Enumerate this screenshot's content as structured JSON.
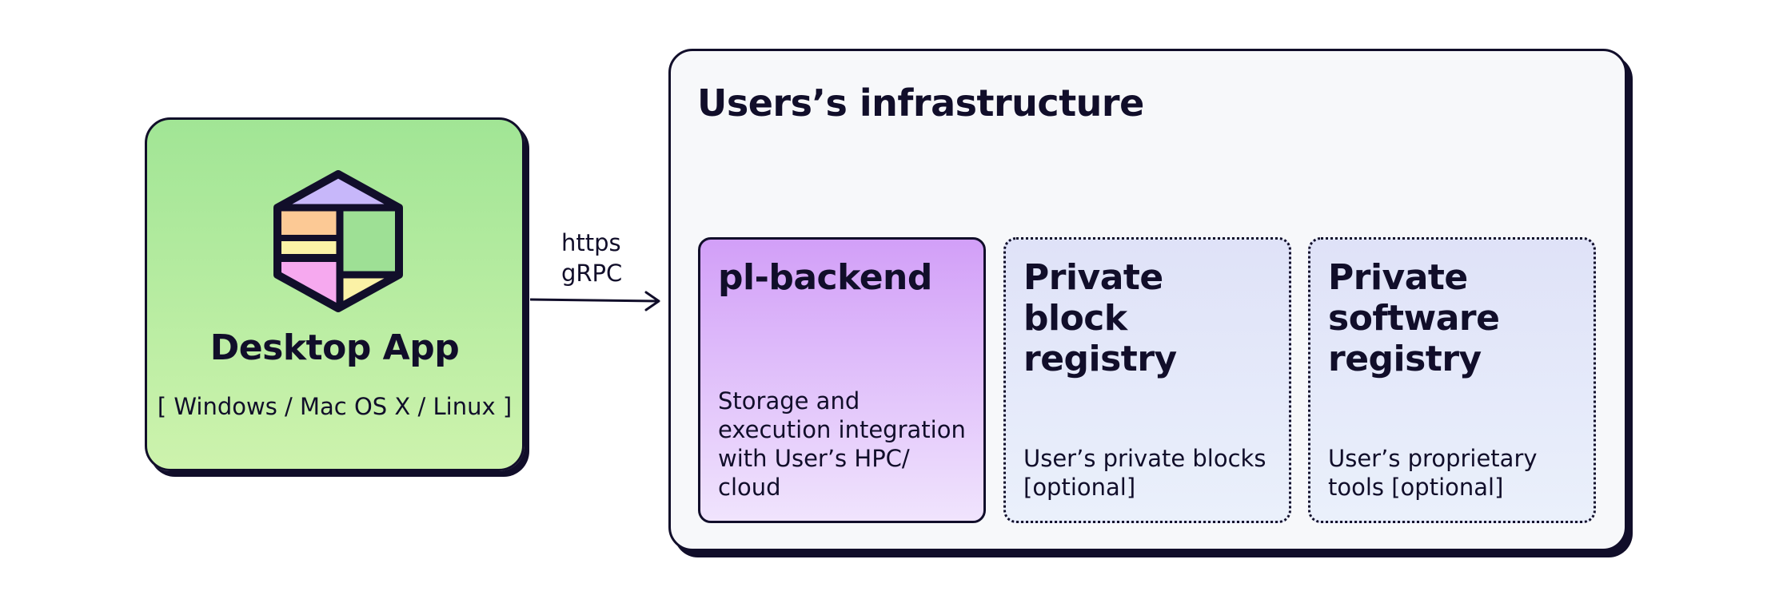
{
  "desktop_app": {
    "title": "Desktop App",
    "platforms": "[ Windows / Mac OS X / Linux ]",
    "logo_icon": "hexagon-block-logo-icon"
  },
  "connection": {
    "protocol_1": "https",
    "protocol_2": "gRPC"
  },
  "infrastructure": {
    "title": "Users’s infrastructure",
    "components": [
      {
        "title": "pl-backend",
        "description": "Storage and execution integration with User’s HPC/ cloud"
      },
      {
        "title": "Private block registry",
        "description": "User’s private blocks [optional]"
      },
      {
        "title": "Private software registry",
        "description": "User’s proprietary tools [optional]"
      }
    ]
  },
  "colors": {
    "outline": "#110e2a",
    "desktop_gradient_top": "#a1e595",
    "desktop_gradient_bottom": "#cdf3ad",
    "backend_gradient_top": "#d29ff8",
    "backend_gradient_bottom": "#f0e4fd",
    "registry_gradient_top": "#dfe2f8",
    "registry_gradient_bottom": "#eaf0fb",
    "infra_background": "#f7f8fa"
  }
}
